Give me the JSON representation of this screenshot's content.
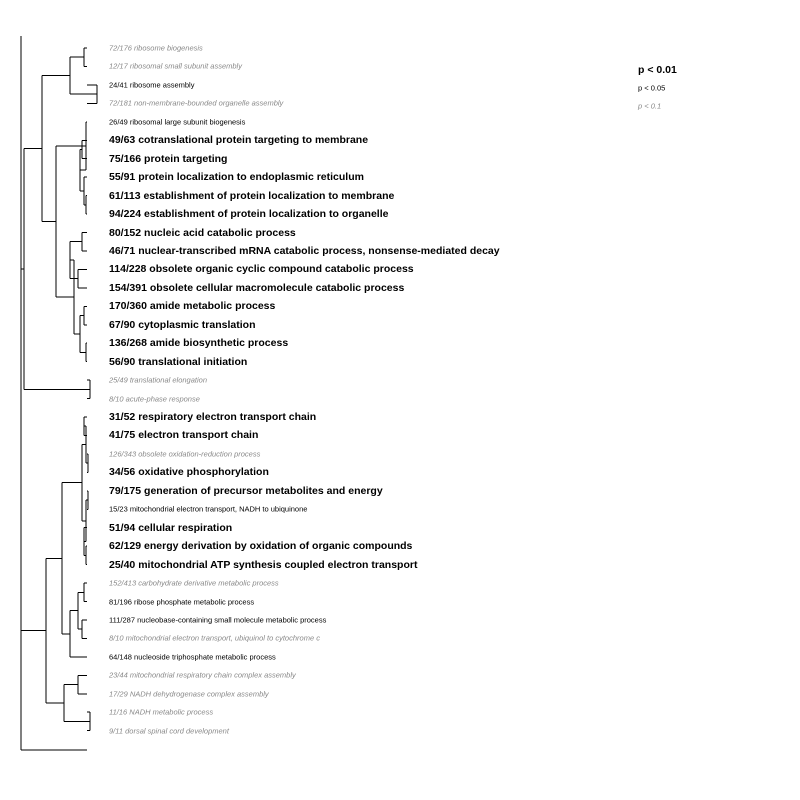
{
  "legend": [
    {
      "label": "p < 0.01",
      "level": 1
    },
    {
      "label": "p < 0.05",
      "level": 2
    },
    {
      "label": "p < 0.1",
      "level": 3
    }
  ],
  "terms": [
    {
      "label": "72/176 ribosome biogenesis",
      "level": 3
    },
    {
      "label": "12/17 ribosomal small subunit assembly",
      "level": 3
    },
    {
      "label": "24/41 ribosome assembly",
      "level": 2
    },
    {
      "label": "72/181 non-membrane-bounded organelle assembly",
      "level": 3
    },
    {
      "label": "26/49 ribosomal large subunit biogenesis",
      "level": 2
    },
    {
      "label": "49/63 cotranslational protein targeting to membrane",
      "level": 1
    },
    {
      "label": "75/166 protein targeting",
      "level": 1
    },
    {
      "label": "55/91 protein localization to endoplasmic reticulum",
      "level": 1
    },
    {
      "label": "61/113 establishment of protein localization to membrane",
      "level": 1
    },
    {
      "label": "94/224 establishment of protein localization to organelle",
      "level": 1
    },
    {
      "label": "80/152 nucleic acid catabolic process",
      "level": 1
    },
    {
      "label": "46/71 nuclear-transcribed mRNA catabolic process, nonsense-mediated decay",
      "level": 1
    },
    {
      "label": "114/228 obsolete organic cyclic compound catabolic process",
      "level": 1
    },
    {
      "label": "154/391 obsolete cellular macromolecule catabolic process",
      "level": 1
    },
    {
      "label": "170/360 amide metabolic process",
      "level": 1
    },
    {
      "label": "67/90 cytoplasmic translation",
      "level": 1
    },
    {
      "label": "136/268 amide biosynthetic process",
      "level": 1
    },
    {
      "label": "56/90 translational initiation",
      "level": 1
    },
    {
      "label": "25/49 translational elongation",
      "level": 3
    },
    {
      "label": "8/10 acute-phase response",
      "level": 3
    },
    {
      "label": "31/52 respiratory electron transport chain",
      "level": 1
    },
    {
      "label": "41/75 electron transport chain",
      "level": 1
    },
    {
      "label": "126/343 obsolete oxidation-reduction process",
      "level": 3
    },
    {
      "label": "34/56 oxidative phosphorylation",
      "level": 1
    },
    {
      "label": "79/175 generation of precursor metabolites and energy",
      "level": 1
    },
    {
      "label": "15/23 mitochondrial electron transport, NADH to ubiquinone",
      "level": 2
    },
    {
      "label": "51/94 cellular respiration",
      "level": 1
    },
    {
      "label": "62/129 energy derivation by oxidation of organic compounds",
      "level": 1
    },
    {
      "label": "25/40 mitochondrial ATP synthesis coupled electron transport",
      "level": 1
    },
    {
      "label": "152/413 carbohydrate derivative metabolic process",
      "level": 3
    },
    {
      "label": "81/196 ribose phosphate metabolic process",
      "level": 2
    },
    {
      "label": "111/287 nucleobase-containing small molecule metabolic process",
      "level": 2
    },
    {
      "label": "8/10 mitochondrial electron transport, ubiquinol to cytochrome c",
      "level": 3
    },
    {
      "label": "64/148 nucleoside triphosphate metabolic process",
      "level": 2
    },
    {
      "label": "23/44 mitochondrial respiratory chain complex assembly",
      "level": 3
    },
    {
      "label": "17/29 NADH dehydrogenase complex assembly",
      "level": 3
    },
    {
      "label": "11/16 NADH metabolic process",
      "level": 3
    },
    {
      "label": "9/11 dorsal spinal cord development",
      "level": 3
    }
  ]
}
